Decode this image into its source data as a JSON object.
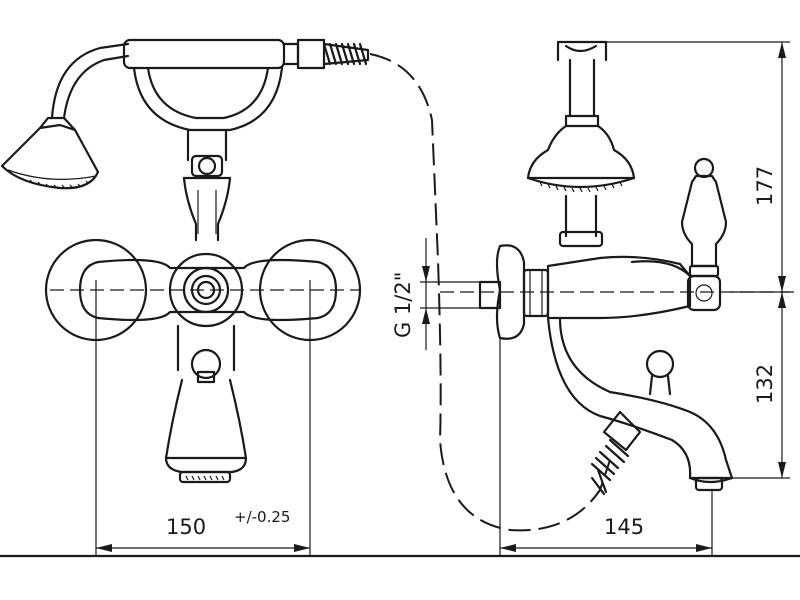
{
  "dimensions": {
    "front_width": "150",
    "tolerance": "+/-0.25",
    "side_depth": "145",
    "upper_height": "177",
    "lower_height": "132",
    "thread": "G 1/2\""
  },
  "colors": {
    "line": "#1a1a1a",
    "background": "#ffffff"
  }
}
